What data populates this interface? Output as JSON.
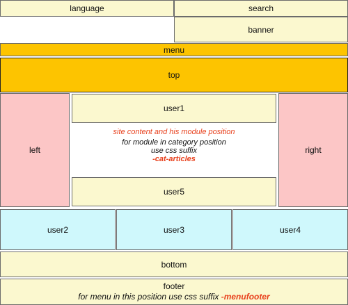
{
  "regions": {
    "language": "language",
    "search": "search",
    "banner": "banner",
    "menu": "menu",
    "top": "top",
    "left": "left",
    "user1": "user1",
    "user5": "user5",
    "right": "right",
    "user2": "user2",
    "user3": "user3",
    "user4": "user4",
    "bottom": "bottom",
    "footer": "footer"
  },
  "content_notes": {
    "line1": "site content and his module position",
    "line2": "for module in category position",
    "line3": "use css suffix",
    "line4": "-cat-articles"
  },
  "footer_note": {
    "text": "for menu in this position use css suffix",
    "suffix": "-menufooter"
  },
  "colors": {
    "yellow": "#fbf8cf",
    "orange": "#fdc400",
    "pink": "#fcc6c6",
    "cyan": "#cff8fc",
    "accent_red": "#e8401c"
  }
}
